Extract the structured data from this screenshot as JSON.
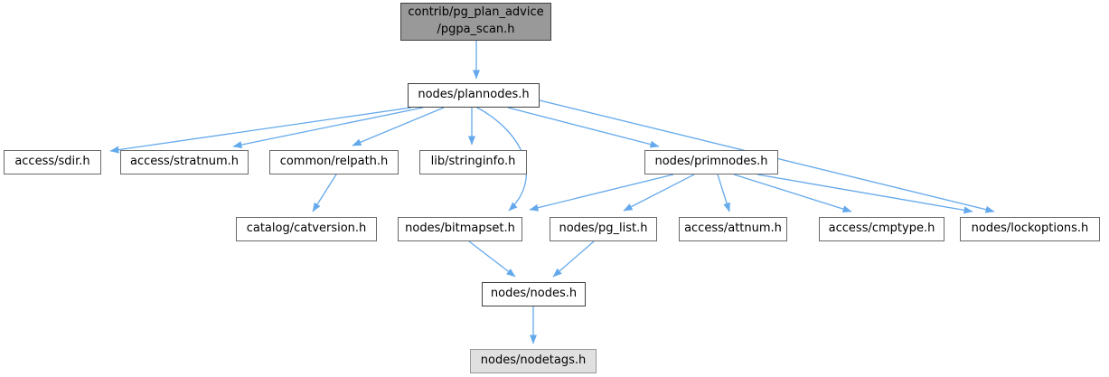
{
  "diagram": {
    "type": "include-dependency-graph",
    "colors": {
      "edge": "#64a9ec",
      "node_fill": "#ffffff",
      "node_border": "#696969",
      "main_node_fill": "#999999",
      "main_node_border": "#404040",
      "truncated_node_fill": "#e0e0e0",
      "truncated_node_border": "#9a9a9a",
      "text": "#000000",
      "background": "#ffffff"
    }
  },
  "nodes": {
    "pgpa_scan": {
      "label_line1": "contrib/pg_plan_advice",
      "label_line2": "/pgpa_scan.h"
    },
    "plannodes": {
      "label": "nodes/plannodes.h"
    },
    "sdir": {
      "label": "access/sdir.h"
    },
    "stratnum": {
      "label": "access/stratnum.h"
    },
    "relpath": {
      "label": "common/relpath.h"
    },
    "stringinfo": {
      "label": "lib/stringinfo.h"
    },
    "primnodes": {
      "label": "nodes/primnodes.h"
    },
    "catversion": {
      "label": "catalog/catversion.h"
    },
    "bitmapset": {
      "label": "nodes/bitmapset.h"
    },
    "pg_list": {
      "label": "nodes/pg_list.h"
    },
    "attnum": {
      "label": "access/attnum.h"
    },
    "cmptype": {
      "label": "access/cmptype.h"
    },
    "lockoptions": {
      "label": "nodes/lockoptions.h"
    },
    "nodes": {
      "label": "nodes/nodes.h"
    },
    "nodetags": {
      "label": "nodes/nodetags.h"
    }
  },
  "edges": [
    {
      "from": "contrib/pg_plan_advice/pgpa_scan.h",
      "to": "nodes/plannodes.h"
    },
    {
      "from": "nodes/plannodes.h",
      "to": "access/sdir.h"
    },
    {
      "from": "nodes/plannodes.h",
      "to": "access/stratnum.h"
    },
    {
      "from": "nodes/plannodes.h",
      "to": "common/relpath.h"
    },
    {
      "from": "nodes/plannodes.h",
      "to": "lib/stringinfo.h"
    },
    {
      "from": "nodes/plannodes.h",
      "to": "nodes/primnodes.h"
    },
    {
      "from": "nodes/plannodes.h",
      "to": "nodes/bitmapset.h"
    },
    {
      "from": "nodes/plannodes.h",
      "to": "nodes/lockoptions.h"
    },
    {
      "from": "common/relpath.h",
      "to": "catalog/catversion.h"
    },
    {
      "from": "nodes/primnodes.h",
      "to": "nodes/bitmapset.h"
    },
    {
      "from": "nodes/primnodes.h",
      "to": "nodes/pg_list.h"
    },
    {
      "from": "nodes/primnodes.h",
      "to": "access/attnum.h"
    },
    {
      "from": "nodes/primnodes.h",
      "to": "access/cmptype.h"
    },
    {
      "from": "nodes/primnodes.h",
      "to": "nodes/lockoptions.h"
    },
    {
      "from": "nodes/bitmapset.h",
      "to": "nodes/nodes.h"
    },
    {
      "from": "nodes/pg_list.h",
      "to": "nodes/nodes.h"
    },
    {
      "from": "nodes/nodes.h",
      "to": "nodes/nodetags.h"
    }
  ]
}
